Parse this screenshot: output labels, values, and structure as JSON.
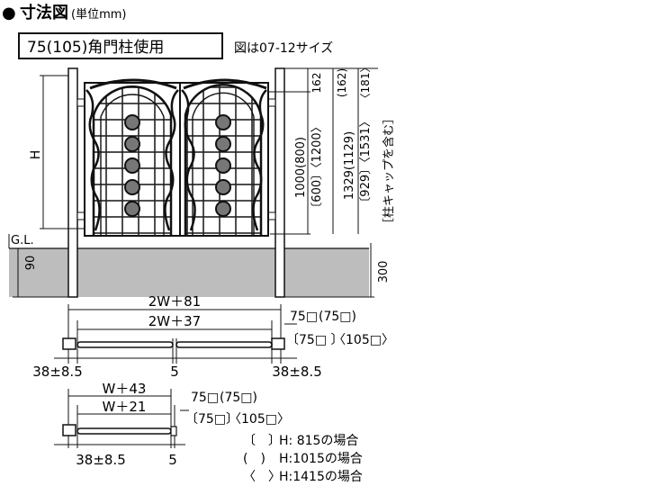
{
  "header": {
    "bullet": "●",
    "title": "寸法図",
    "unit_note": "(単位mm)",
    "boxed_caption": "75(105)角門柱使用",
    "size_note": "図は07-12サイズ"
  },
  "elevation": {
    "h_label": "H",
    "gl_label": "G.L.",
    "left_depth": "90",
    "right_depth": "300",
    "col1_top": "162",
    "col1_mid": "1000(800)",
    "col1_bot": "〔600〕〈1200〉",
    "col2_top": "(162)",
    "col2_mid": "1329(1129)",
    "col2_bot": "〔929〕〈1531〉",
    "col3_top": "〈181〉",
    "col3_mid": "［柱キャップを含む］"
  },
  "plan_double": {
    "overall": "2W＋81",
    "inner": "2W＋37",
    "post_a": "75□",
    "post_b": "(75□)",
    "post_c": "〔75□ 〕",
    "post_d": "〈105□〉",
    "left_dim": "38±8.5",
    "center_dim": "5",
    "right_dim": "38±8.5"
  },
  "plan_single": {
    "overall": "W＋43",
    "inner": "W＋21",
    "post_a": "75□",
    "post_b": "(75□)",
    "post_c": "〔75□〕",
    "post_d": "〈105□〉",
    "left_dim": "38±8.5",
    "right_dim": "5"
  },
  "legend": [
    {
      "bracket": "〔　〕",
      "text": "H:  815の場合"
    },
    {
      "bracket": "(　)",
      "text": "H:1015の場合"
    },
    {
      "bracket": "〈　〉",
      "text": "H:1415の場合"
    }
  ]
}
